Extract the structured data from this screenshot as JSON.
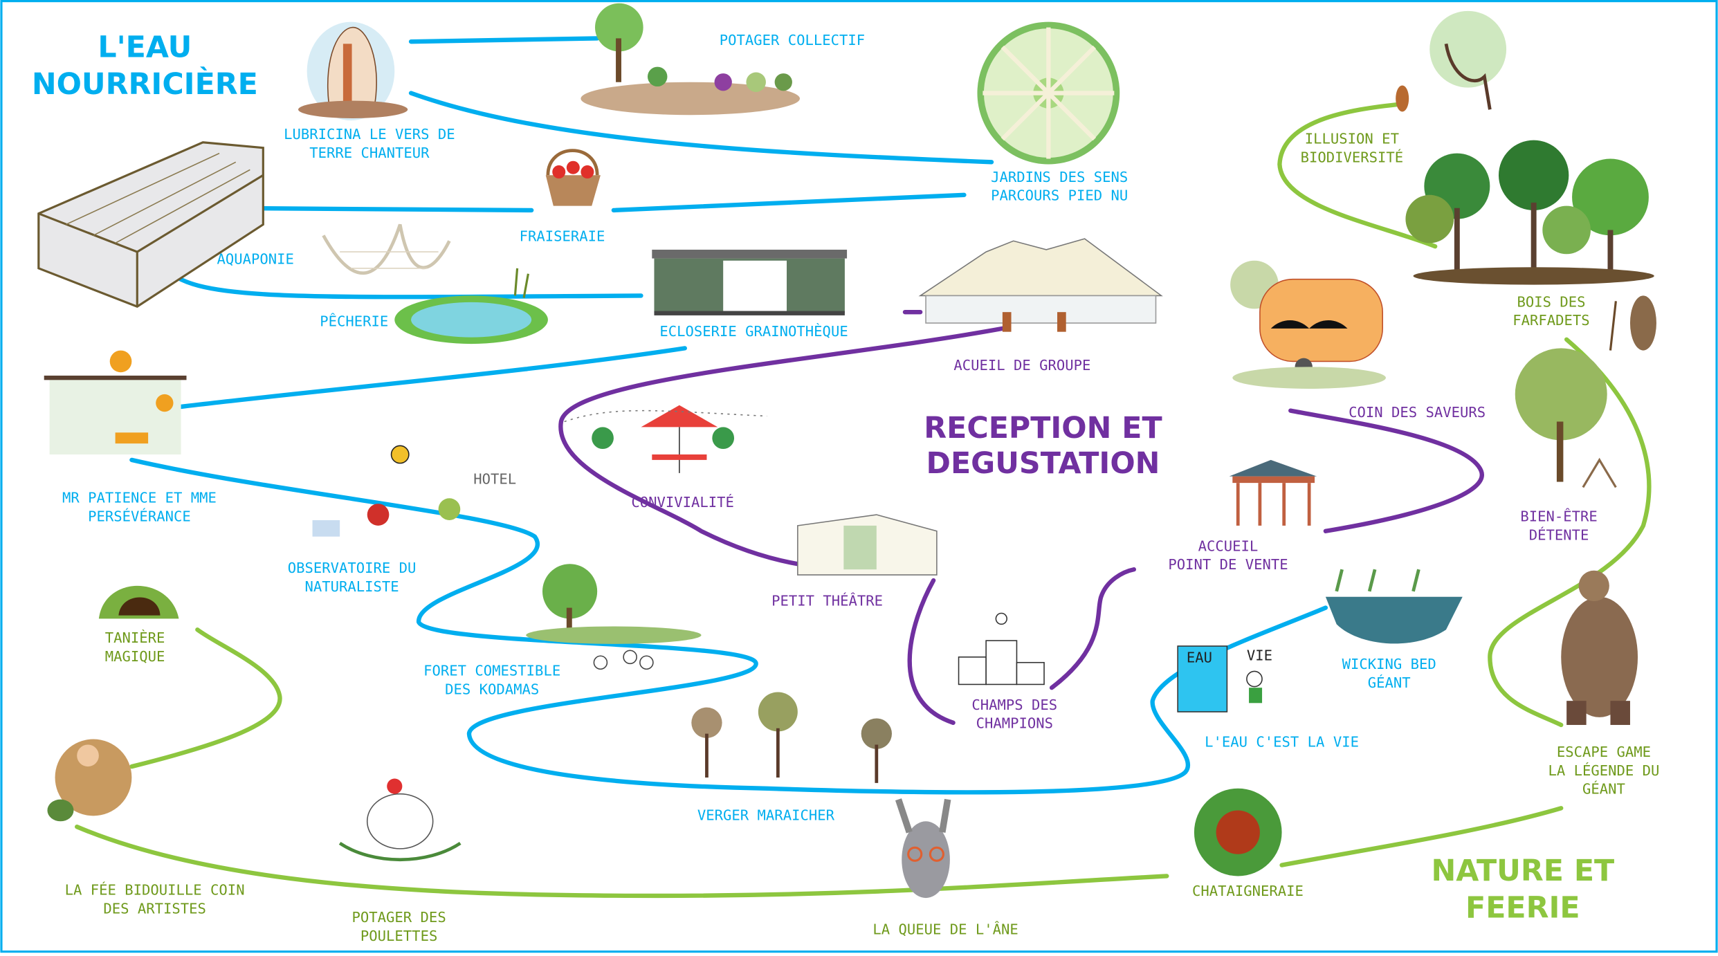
{
  "colors": {
    "water": "#00aeef",
    "reception": "#7030a0",
    "nature": "#8dc63f",
    "nature_text": "#6f9a1c"
  },
  "zones": {
    "water": [
      "L'EAU",
      "NOURRICIÈRE"
    ],
    "reception": [
      "RECEPTION ET",
      "DEGUSTATION"
    ],
    "nature": [
      "NATURE ET",
      "FEERIE"
    ]
  },
  "places": {
    "lubricina": [
      "LUBRICINA LE VERS DE",
      "TERRE CHANTEUR"
    ],
    "potager_collectif": [
      "POTAGER COLLECTIF"
    ],
    "jardins": [
      "JARDINS DES SENS",
      "PARCOURS PIED NU"
    ],
    "fraiseraie": [
      "FRAISERAIE"
    ],
    "aquaponie": [
      "AQUAPONIE"
    ],
    "pecherie": [
      "PÊCHERIE"
    ],
    "ecloserie": [
      "ECLOSERIE GRAINOTHÈQUE"
    ],
    "mr_patience": [
      "MR PATIENCE ET MME",
      "PERSÉVÉRANCE"
    ],
    "observatoire": [
      "OBSERVATOIRE DU",
      "NATURALISTE"
    ],
    "foret": [
      "FORET COMESTIBLE",
      "DES KODAMAS"
    ],
    "verger": [
      "VERGER MARAICHER"
    ],
    "eau_vie": [
      "L'EAU C'EST LA VIE"
    ],
    "wicking": [
      "WICKING BED",
      "GÉANT"
    ],
    "acueil_groupe": [
      "ACUEIL DE GROUPE"
    ],
    "convivialite": [
      "CONVIVIALITÉ"
    ],
    "petit_theatre": [
      "PETIT THÉÂTRE"
    ],
    "champs": [
      "CHAMPS DES",
      "CHAMPIONS"
    ],
    "accueil_vente": [
      "ACCUEIL",
      "POINT DE VENTE"
    ],
    "coin_saveurs": [
      "COIN DES SAVEURS"
    ],
    "illusion": [
      "ILLUSION ET",
      "BIODIVERSITÉ"
    ],
    "bois": [
      "BOIS DES",
      "FARFADETS"
    ],
    "bien_etre": [
      "BIEN-ÊTRE",
      "DÉTENTE"
    ],
    "escape": [
      "ESCAPE GAME",
      "LA LÉGENDE DU",
      "GÉANT"
    ],
    "taniere": [
      "TANIÈRE",
      "MAGIQUE"
    ],
    "fee": [
      "LA FÉE BIDOUILLE COIN",
      "DES ARTISTES"
    ],
    "poulettes": [
      "POTAGER DES",
      "POULETTES"
    ],
    "ane": [
      "LA QUEUE DE L'ÂNE"
    ],
    "chataigneraie": [
      "CHATAIGNERAIE"
    ]
  },
  "illustration_text": {
    "jug": "EAU",
    "vie": "VIE",
    "hotel": "HOTEL"
  }
}
